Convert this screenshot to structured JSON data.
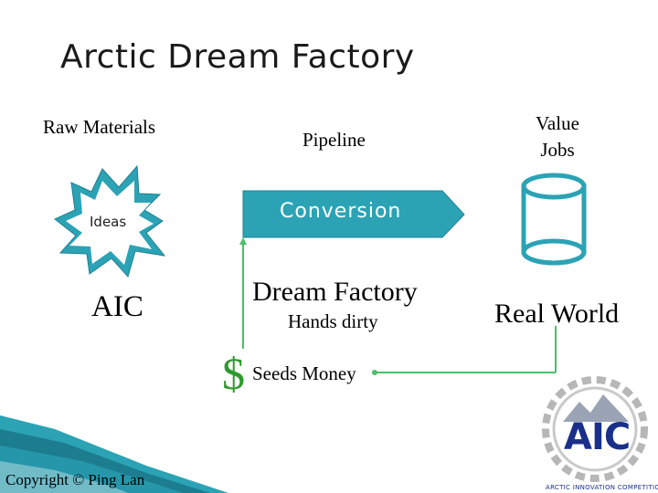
{
  "title": "Arctic Dream Factory",
  "columns": {
    "raw_materials": "Raw Materials",
    "pipeline": "Pipeline",
    "value_line1": "Value",
    "value_line2": "Jobs"
  },
  "ideas": "Ideas",
  "aic": "AIC",
  "conversion": "Conversion",
  "dream_factory": {
    "title": "Dream Factory",
    "subtitle": "Hands dirty"
  },
  "money": {
    "symbol": "$",
    "label": "Seeds Money"
  },
  "real_world": "Real World",
  "copyright": "Copyright © Ping Lan",
  "logo": {
    "text": "AIC",
    "caption": "ARCTIC INNOVATION COMPETITION"
  },
  "colors": {
    "accent": "#2ba3b5",
    "connector": "#4bbf6b",
    "money": "#2e9a2e",
    "logo_blue": "#1a2f8a"
  }
}
